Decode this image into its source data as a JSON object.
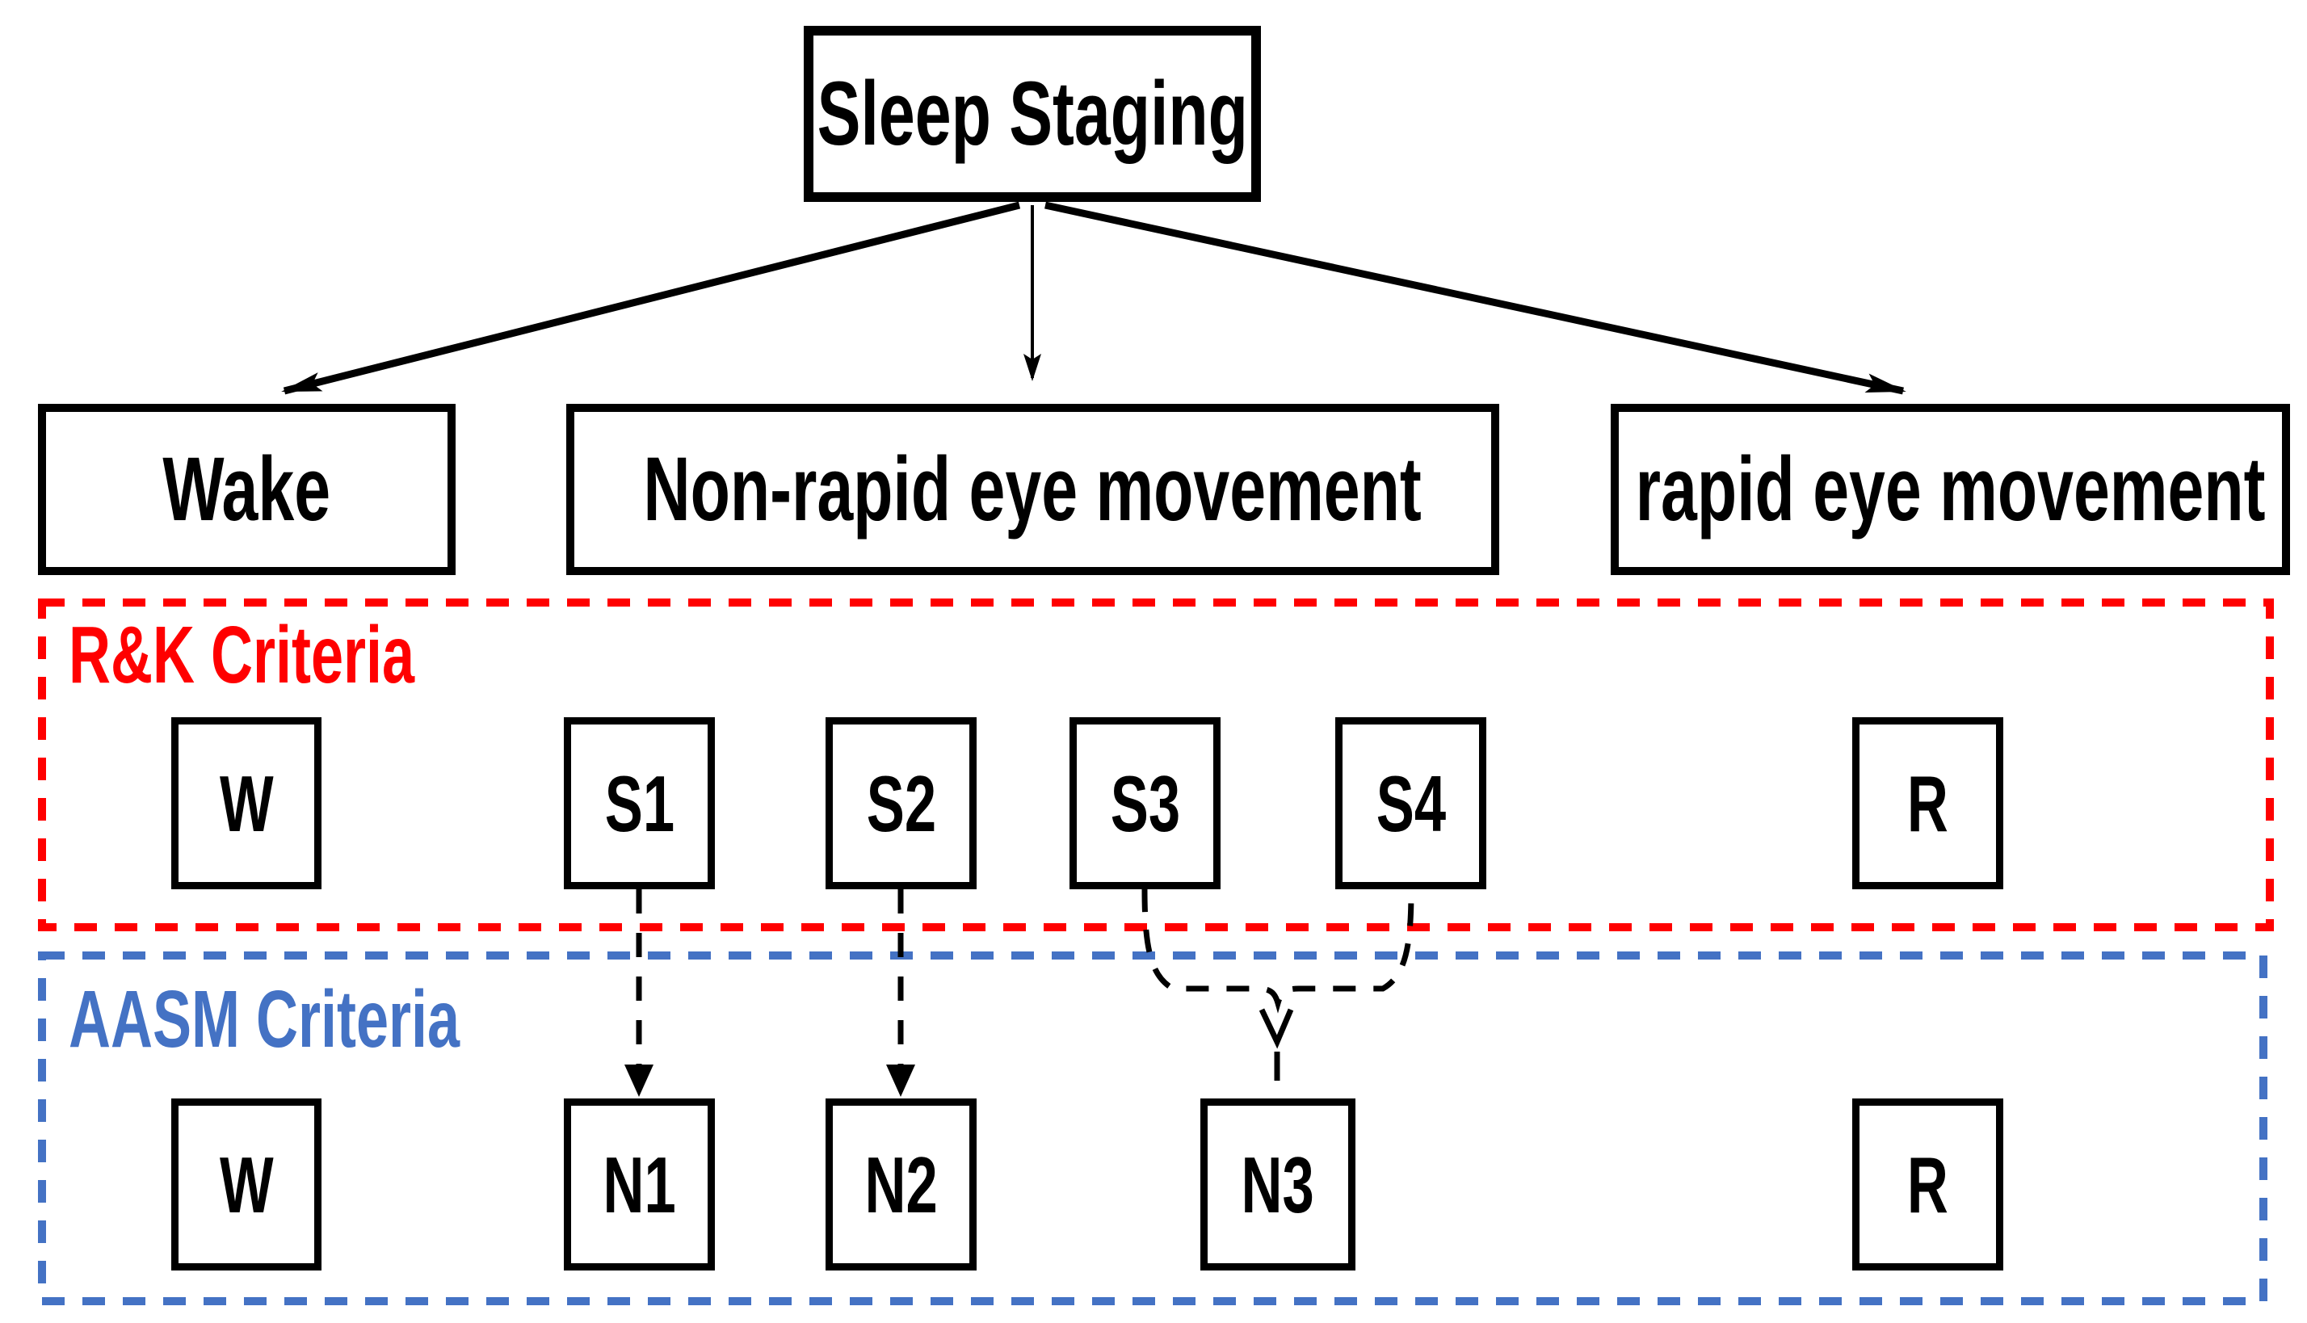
{
  "diagram": {
    "root": {
      "label": "Sleep Staging"
    },
    "branches": [
      {
        "label": "Wake"
      },
      {
        "label": "Non-rapid eye movement"
      },
      {
        "label": "rapid eye movement"
      }
    ],
    "criteria_groups": [
      {
        "name": "R&K Criteria",
        "color": "#FF0000",
        "stages": [
          "W",
          "S1",
          "S2",
          "S3",
          "S4",
          "R"
        ]
      },
      {
        "name": "AASM Criteria",
        "color": "#4472C4",
        "stages": [
          "W",
          "N1",
          "N2",
          "N3",
          "R"
        ]
      }
    ],
    "stage_mappings": [
      {
        "from": "S1",
        "to": "N1"
      },
      {
        "from": "S2",
        "to": "N2"
      },
      {
        "from": "S3 + S4",
        "to": "N3"
      }
    ],
    "line_color": "#000000",
    "background": "#FFFFFF"
  }
}
